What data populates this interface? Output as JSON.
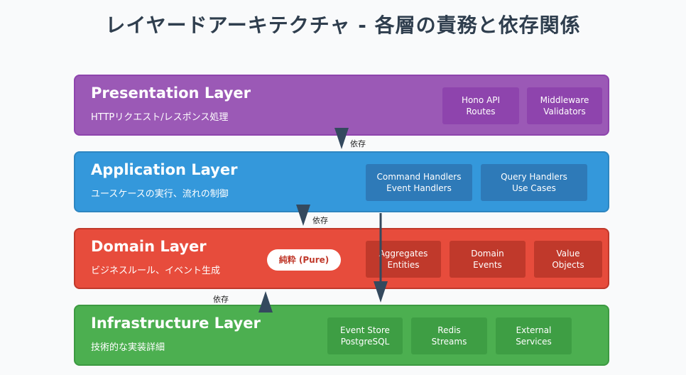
{
  "title": "レイヤードアーキテクチャ - 各層の責務と依存関係",
  "layers": {
    "presentation": {
      "name": "Presentation Layer",
      "desc": "HTTPリクエスト/レスポンス処理",
      "boxes": [
        [
          "Hono API",
          "Routes"
        ],
        [
          "Middleware",
          "Validators"
        ]
      ]
    },
    "application": {
      "name": "Application Layer",
      "desc": "ユースケースの実行、流れの制御",
      "boxes": [
        [
          "Command Handlers",
          "Event Handlers"
        ],
        [
          "Query Handlers",
          "Use Cases"
        ]
      ]
    },
    "domain": {
      "name": "Domain Layer",
      "desc": "ビジネスルール、イベント生成",
      "badge": "純粋 (Pure)",
      "boxes": [
        [
          "Aggregates",
          "Entities"
        ],
        [
          "Domain",
          "Events"
        ],
        [
          "Value",
          "Objects"
        ]
      ]
    },
    "infrastructure": {
      "name": "Infrastructure Layer",
      "desc": "技術的な実装詳細",
      "boxes": [
        [
          "Event Store",
          "PostgreSQL"
        ],
        [
          "Redis",
          "Streams"
        ],
        [
          "External",
          "Services"
        ]
      ]
    }
  },
  "dependencies": {
    "presentation_to_application": "依存",
    "application_to_domain": "依存",
    "infrastructure_to_domain": "依存"
  },
  "colors": {
    "presentation": "#9b59b6",
    "application": "#3498db",
    "domain": "#e74c3c",
    "infrastructure": "#4caf50",
    "arrow": "#34495e"
  }
}
